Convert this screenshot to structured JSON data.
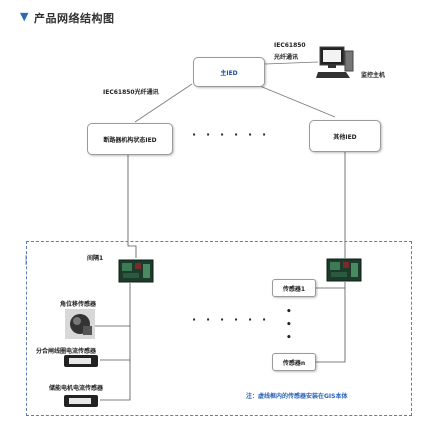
{
  "header": {
    "marker": "▼",
    "title": "产品网络结构图"
  },
  "nodes": {
    "main_ied": "主IED",
    "monitor_host": "监控主机",
    "breaker_ied": "断路器机构状态IED",
    "other_ied": "其他IED",
    "bay1": "间隔1",
    "sensor_angle": "角位移传感器",
    "sensor_coil": "分合闸线圈电流传感器",
    "sensor_motor": "储能电机电流传感器",
    "sensor1": "传感器1",
    "sensor_n": "传感器n"
  },
  "links": {
    "left_comm": "IEC61850光纤通讯",
    "right_comm_line1": "IEC61850",
    "right_comm_line2": "光纤通讯"
  },
  "note": "注：虚线框内的传感器安装在GIS本体",
  "ellipsis_top": "· · ·   · · ·",
  "ellipsis_mid": "· · ·   · · ·",
  "ellipsis_vertical": "⋮",
  "colors": {
    "accent": "#2b6cb0",
    "dashed": "#5a7fb5",
    "note_blue": "#2a62b8"
  }
}
